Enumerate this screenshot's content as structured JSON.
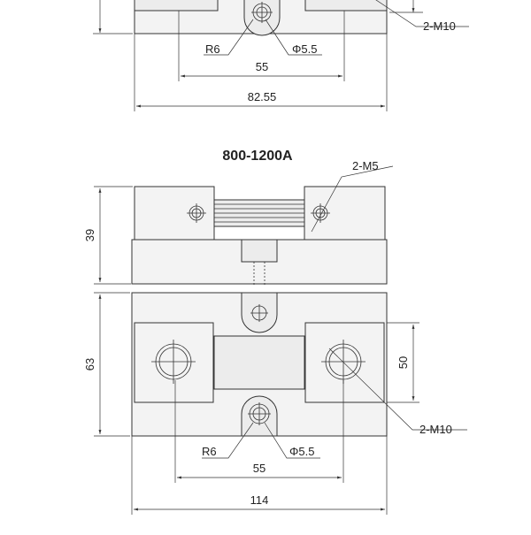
{
  "top_view": {
    "callout_thread": "2-M10",
    "radius": "R6",
    "hole": "Φ5.5",
    "dim_hole_spacing": "55",
    "dim_overall_width": "82.55"
  },
  "bottom_view": {
    "title": "800-1200A",
    "callout_screw": "2-M5",
    "dim_height": "39",
    "dim_depth": "63",
    "dim_pad": "50",
    "callout_thread": "2-M10",
    "radius": "R6",
    "hole": "Φ5.5",
    "dim_hole_spacing": "55",
    "dim_overall_width": "114"
  },
  "colors": {
    "line": "#333333",
    "fill": "#f3f3f3",
    "background": "#ffffff"
  }
}
